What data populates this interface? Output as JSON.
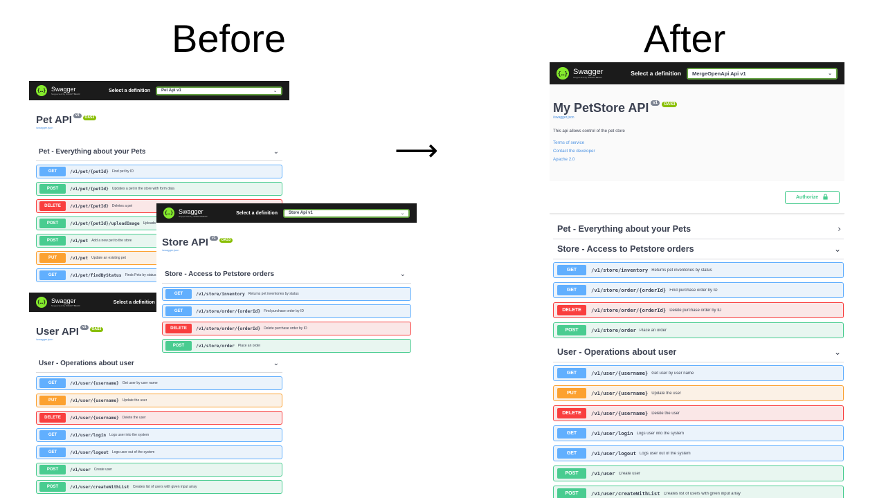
{
  "headings": {
    "before": "Before",
    "after": "After",
    "arrow": "⟶"
  },
  "swagger": {
    "logo": "Swagger",
    "logo_sub": "Supported by SMARTBEAR",
    "definition_label": "Select a definition"
  },
  "pet_panel": {
    "select_value": "Pet Api v1",
    "title": "Pet API",
    "version": "v1",
    "oas": "OAS3",
    "json_link": "/swagger.json",
    "section_title": "Pet - Everything about your Pets",
    "operations": [
      {
        "method": "GET",
        "path": "/v1/pet/{petId}",
        "desc": "Find pet by ID"
      },
      {
        "method": "POST",
        "path": "/v1/pet/{petId}",
        "desc": "Updates a pet in the store with form data"
      },
      {
        "method": "DELETE",
        "path": "/v1/pet/{petId}",
        "desc": "Deletes a pet"
      },
      {
        "method": "POST",
        "path": "/v1/pet/{petId}/uploadImage",
        "desc": "Uploads an image"
      },
      {
        "method": "POST",
        "path": "/v1/pet",
        "desc": "Add a new pet to the store"
      },
      {
        "method": "PUT",
        "path": "/v1/pet",
        "desc": "Update an existing pet"
      },
      {
        "method": "GET",
        "path": "/v1/pet/findByStatus",
        "desc": "Finds Pets by status"
      }
    ]
  },
  "store_panel": {
    "select_value": "Store Api v1",
    "title": "Store API",
    "version": "v1",
    "oas": "OAS3",
    "json_link": "/swagger.json",
    "section_title": "Store - Access to Petstore orders",
    "operations": [
      {
        "method": "GET",
        "path": "/v1/store/inventory",
        "desc": "Returns pet inventories by status"
      },
      {
        "method": "GET",
        "path": "/v1/store/order/{orderId}",
        "desc": "Find purchase order by ID"
      },
      {
        "method": "DELETE",
        "path": "/v1/store/order/{orderId}",
        "desc": "Delete purchase order by ID"
      },
      {
        "method": "POST",
        "path": "/v1/store/order",
        "desc": "Place an order"
      }
    ]
  },
  "user_panel": {
    "title": "User API",
    "version": "v1",
    "oas": "OAS3",
    "json_link": "/swagger.json",
    "section_title": "User - Operations about user",
    "operations": [
      {
        "method": "GET",
        "path": "/v1/user/{username}",
        "desc": "Get user by user name"
      },
      {
        "method": "PUT",
        "path": "/v1/user/{username}",
        "desc": "Update the user"
      },
      {
        "method": "DELETE",
        "path": "/v1/user/{username}",
        "desc": "Delete the user"
      },
      {
        "method": "GET",
        "path": "/v1/user/login",
        "desc": "Logs user into the system"
      },
      {
        "method": "GET",
        "path": "/v1/user/logout",
        "desc": "Logs user out of the system"
      },
      {
        "method": "POST",
        "path": "/v1/user",
        "desc": "Create user"
      },
      {
        "method": "POST",
        "path": "/v1/user/createWithList",
        "desc": "Creates list of users with given input array"
      }
    ]
  },
  "after_panel": {
    "select_value": "MergeOpenApi Api v1",
    "title": "My PetStore API",
    "version": "v1",
    "oas": "OAS3",
    "json_link": "/swagger.json",
    "description": "This api allows control of the pet store",
    "links": [
      "Terms of service",
      "Contact the developer",
      "Apache 2.0"
    ],
    "authorize": "Authorize",
    "sections": [
      {
        "title": "Pet - Everything about your Pets",
        "collapsed": true,
        "operations": []
      },
      {
        "title": "Store - Access to Petstore orders",
        "collapsed": false,
        "operations": [
          {
            "method": "GET",
            "path": "/v1/store/inventory",
            "desc": "Returns pet inventories by status"
          },
          {
            "method": "GET",
            "path": "/v1/store/order/{orderId}",
            "desc": "Find purchase order by ID"
          },
          {
            "method": "DELETE",
            "path": "/v1/store/order/{orderId}",
            "desc": "Delete purchase order by ID"
          },
          {
            "method": "POST",
            "path": "/v1/store/order",
            "desc": "Place an order"
          }
        ]
      },
      {
        "title": "User - Operations about user",
        "collapsed": false,
        "operations": [
          {
            "method": "GET",
            "path": "/v1/user/{username}",
            "desc": "Get user by user name"
          },
          {
            "method": "PUT",
            "path": "/v1/user/{username}",
            "desc": "Update the user"
          },
          {
            "method": "DELETE",
            "path": "/v1/user/{username}",
            "desc": "Delete the user"
          },
          {
            "method": "GET",
            "path": "/v1/user/login",
            "desc": "Logs user into the system"
          },
          {
            "method": "GET",
            "path": "/v1/user/logout",
            "desc": "Logs user out of the system"
          },
          {
            "method": "POST",
            "path": "/v1/user",
            "desc": "Create user"
          },
          {
            "method": "POST",
            "path": "/v1/user/createWithList",
            "desc": "Creates list of users with given input array"
          }
        ]
      }
    ]
  },
  "colors": {
    "get": "#61affe",
    "post": "#49cc90",
    "delete": "#f93e3e",
    "put": "#fca130",
    "topbar": "#1b1b1b",
    "logo": "#85ea2d"
  },
  "icons": {
    "logo": "swagger-logo-icon",
    "chevron_down": "chevron-down-icon",
    "chevron_right": "chevron-right-icon",
    "lock": "lock-icon",
    "arrow": "right-arrow-icon"
  }
}
